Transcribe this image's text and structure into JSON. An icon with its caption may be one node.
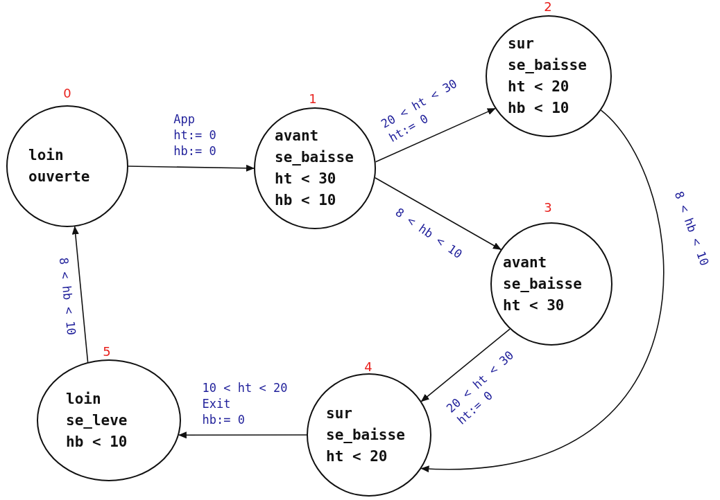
{
  "diagram": {
    "nodes": [
      {
        "text": [
          "loin",
          "ouverte"
        ],
        "beside": [
          "0"
        ]
      },
      {
        "text": [
          "avant",
          "se_baisse",
          "ht < 30",
          "hb < 10"
        ],
        "beside": [
          "1"
        ]
      },
      {
        "text": [
          "sur",
          "se_baisse",
          "ht < 20",
          "hb < 10"
        ],
        "beside": [
          "2"
        ]
      },
      {
        "text": [
          "avant",
          "se_baisse",
          "ht < 30"
        ],
        "beside": [
          "3"
        ]
      },
      {
        "text": [
          "sur",
          "se_baisse",
          "ht < 20"
        ],
        "beside": [
          "4"
        ]
      },
      {
        "text": [
          "loin",
          "se_leve",
          "hb < 10"
        ],
        "beside": [
          "5"
        ]
      }
    ],
    "edges": [
      {
        "from": 0,
        "to": 1,
        "arrow": "to",
        "label": "App ht:= 0 hb:= 0"
      },
      {
        "from": 1,
        "to": 2,
        "arrow": "to",
        "label": "20 < ht < 30 ht:= 0"
      },
      {
        "from": 1,
        "to": 3,
        "arrow": "to",
        "label": "8 < hb < 10"
      },
      {
        "from": 2,
        "to": 4,
        "arrow": "to",
        "label": "8 < hb < 10"
      },
      {
        "from": 3,
        "to": 4,
        "arrow": "to",
        "label": "20 < ht < 30 ht:= 0"
      },
      {
        "from": 4,
        "to": 5,
        "arrow": "to",
        "label": "10 < ht < 20 Exit hb:= 0"
      },
      {
        "from": 5,
        "to": 0,
        "arrow": "to",
        "label": "8 < hb < 10"
      }
    ]
  }
}
